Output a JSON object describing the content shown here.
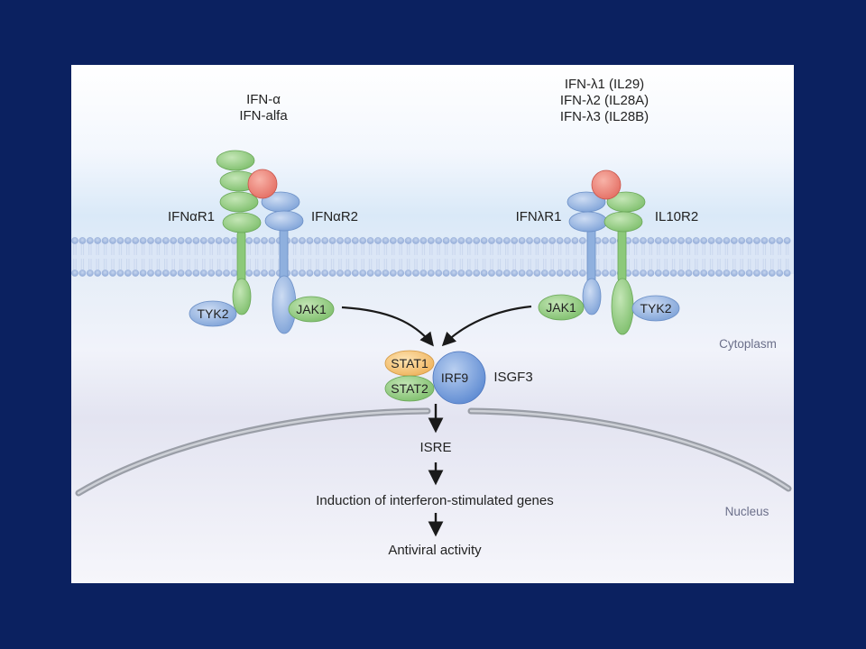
{
  "ligands": {
    "alpha_line1": "IFN-α",
    "alpha_line2": "IFN-alfa",
    "lambda1": "IFN-λ1 (IL29)",
    "lambda2": "IFN-λ2 (IL28A)",
    "lambda3": "IFN-λ3 (IL28B)"
  },
  "receptors": {
    "ifnar1": "IFNαR1",
    "ifnar2": "IFNαR2",
    "ifnlr1": "IFNλR1",
    "il10r2": "IL10R2"
  },
  "kinases": {
    "tyk2_left": "TYK2",
    "jak1_left": "JAK1",
    "jak1_right": "JAK1",
    "tyk2_right": "TYK2"
  },
  "complex": {
    "stat1": "STAT1",
    "stat2": "STAT2",
    "irf9": "IRF9",
    "name": "ISGF3"
  },
  "regions": {
    "cytoplasm": "Cytoplasm",
    "nucleus": "Nucleus"
  },
  "pathway": {
    "isre": "ISRE",
    "induction": "Induction of interferon-stimulated genes",
    "antiviral": "Antiviral activity"
  },
  "colors": {
    "background": "#0b2160",
    "receptor_green": "#8cc97a",
    "receptor_blue": "#8fb0de",
    "ligand_red": "#ee8277",
    "stat1_orange": "#f6c57a",
    "irf9_blue": "#7ba1dc",
    "membrane_blue": "#b5c8ea"
  }
}
